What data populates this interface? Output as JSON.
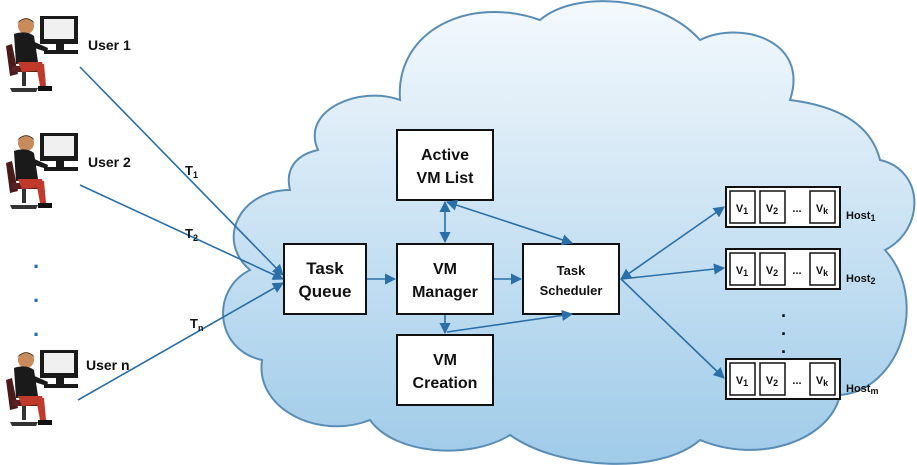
{
  "colors": {
    "cloud_top": "#f4f9fd",
    "cloud_bottom": "#9fcbe9",
    "cloud_stroke": "#5a8db5",
    "arrow": "#2a6fa8"
  },
  "users": [
    {
      "label": "User 1"
    },
    {
      "label": "User 2"
    },
    {
      "label": "User n"
    }
  ],
  "tasks": [
    {
      "label": "T",
      "sub": "1"
    },
    {
      "label": "T",
      "sub": "2"
    },
    {
      "label": "T",
      "sub": "n"
    }
  ],
  "components": {
    "task_queue": [
      "Task",
      "Queue"
    ],
    "active_vm_list": [
      "Active",
      "VM List"
    ],
    "vm_manager": [
      "VM",
      "Manager"
    ],
    "vm_creation": [
      "VM",
      "Creation"
    ],
    "task_scheduler": [
      "Task",
      "Scheduler"
    ]
  },
  "hosts": [
    {
      "label": "Host",
      "sub": "1"
    },
    {
      "label": "Host",
      "sub": "2"
    },
    {
      "label": "Host",
      "sub": "m"
    }
  ],
  "vm_slots": [
    {
      "label": "V",
      "sub": "1"
    },
    {
      "label": "V",
      "sub": "2"
    },
    {
      "label": "...",
      "sub": ""
    },
    {
      "label": "V",
      "sub": "k"
    }
  ],
  "ellipsis_dot": "."
}
